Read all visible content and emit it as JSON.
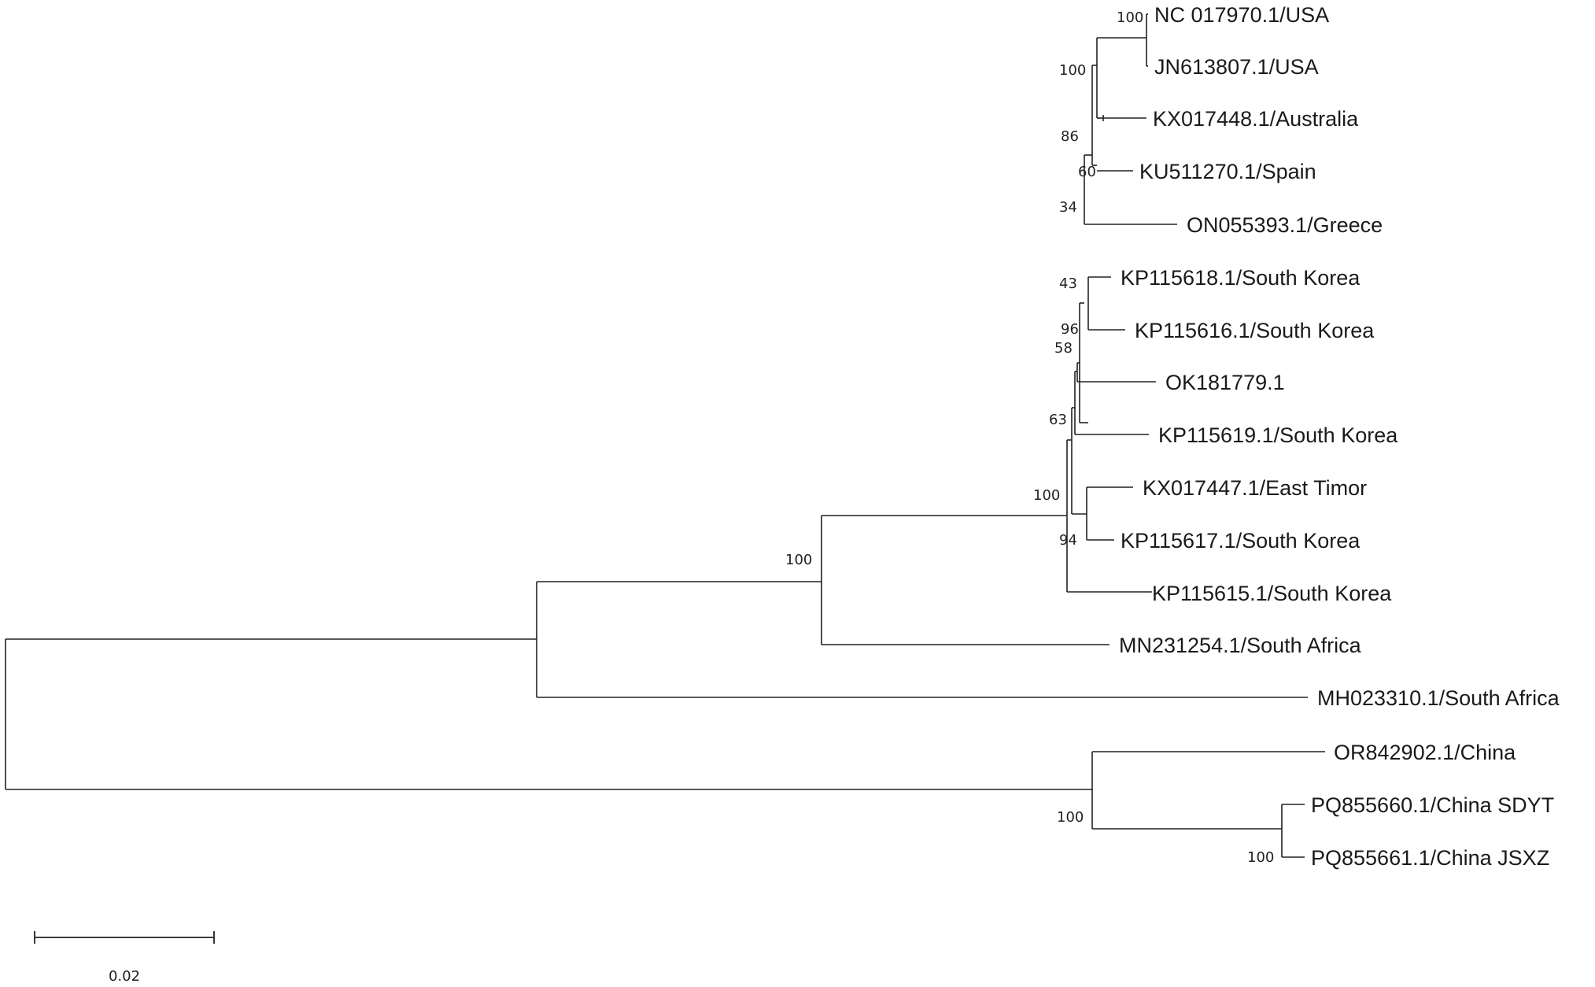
{
  "tree": {
    "type": "phylogenetic-tree",
    "scale_bar_label": "0.02",
    "leaves": [
      "NC 017970.1/USA",
      "JN613807.1/USA",
      "KX017448.1/Australia",
      "KU511270.1/Spain",
      "ON055393.1/Greece",
      "KP115618.1/South Korea",
      "KP115616.1/South Korea",
      "OK181779.1",
      "KP115619.1/South Korea",
      "KX017447.1/East Timor",
      "KP115617.1/South Korea",
      "KP115615.1/South Korea",
      "MN231254.1/South Africa",
      "MH023310.1/South Africa",
      "OR842902.1/China",
      "PQ855660.1/China SDYT",
      "PQ855661.1/China JSXZ"
    ],
    "support_values": [
      "100",
      "100",
      "86",
      "60",
      "34",
      "43",
      "96",
      "58",
      "63",
      "100",
      "94",
      "100",
      "100",
      "100"
    ]
  }
}
